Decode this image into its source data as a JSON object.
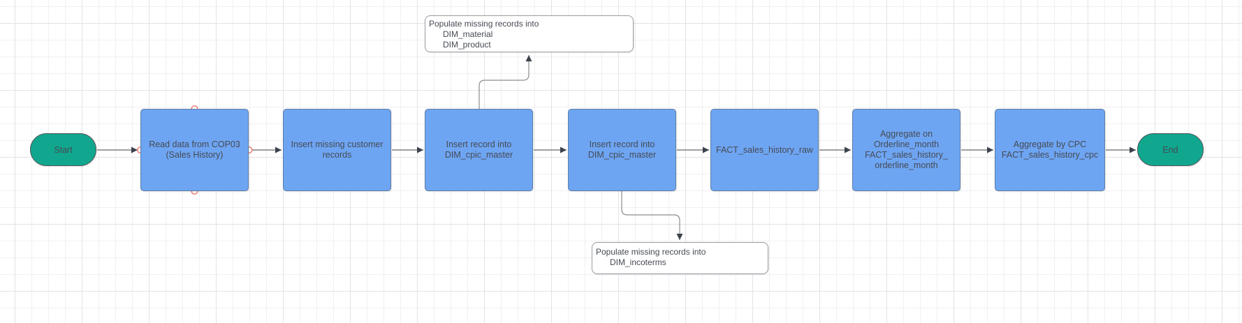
{
  "colors": {
    "process_fill": "#6ea5f3",
    "process_stroke": "#5b7ca4",
    "terminal_fill": "#11a78f",
    "terminal_stroke": "#505357",
    "text": "#454a52",
    "annotation_stroke": "#989ba1",
    "edge": "#808080",
    "arrowhead": "#3c424c",
    "connection_point": "#ec8075",
    "grid_minor": "#f0f0f3",
    "grid_major": "#e3e3e8",
    "canvas_bg": "#ffffff"
  },
  "nodes": {
    "start": {
      "label": "Start",
      "type": "terminal"
    },
    "end": {
      "label": "End",
      "type": "terminal"
    },
    "steps": [
      {
        "id": "read-data-cop03",
        "lines": [
          "Read data from COP03",
          "(Sales History)"
        ]
      },
      {
        "id": "insert-missing-customer-records",
        "lines": [
          "Insert missing customer",
          "records"
        ]
      },
      {
        "id": "insert-record-dim-cpic-master-1",
        "lines": [
          "Insert record into",
          "DIM_cpic_master"
        ]
      },
      {
        "id": "insert-record-dim-cpic-master-2",
        "lines": [
          "Insert record into",
          "DIM_cpic_master"
        ]
      },
      {
        "id": "fact-sales-history-raw",
        "lines": [
          "FACT_sales_history_raw"
        ]
      },
      {
        "id": "aggregate-orderline-month",
        "lines": [
          "Aggregate on",
          "Orderline_month",
          "FACT_sales_history_",
          "orderline_month"
        ]
      },
      {
        "id": "aggregate-by-cpc",
        "lines": [
          "Aggregate by CPC",
          "FACT_sales_history_cpc"
        ]
      }
    ]
  },
  "annotations": [
    {
      "id": "dim-material-product",
      "lines": [
        "Populate missing records into",
        "DIM_material",
        "DIM_product"
      ]
    },
    {
      "id": "dim-incoterms",
      "lines": [
        "Populate missing records into",
        "DIM_incoterms"
      ]
    }
  ]
}
